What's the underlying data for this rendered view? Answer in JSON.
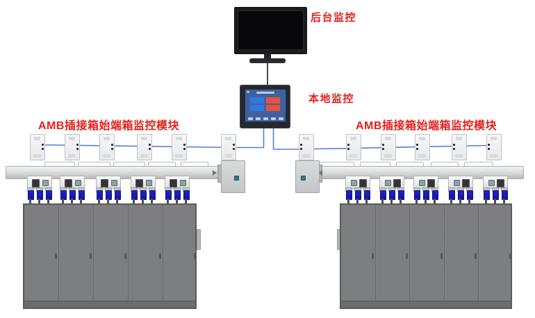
{
  "labels": {
    "backend_monitor": "后台监控",
    "local_monitor": "本地监控",
    "amb_left": "AMB插接箱始端箱监控模块",
    "amb_right": "AMB插接箱始端箱监控模块"
  },
  "colors": {
    "label_red": "#e2211c",
    "wire_blue": "#567fd6",
    "monitor_link_black": "#1a1a1a",
    "cable_plug_blue": "#2023c8",
    "screen_blue": "#40619e",
    "tile_blue": "#2f78e0",
    "tile_red": "#e8513e",
    "rail_grey": "#d6d8da",
    "cabinet_grey": "#7c7e80",
    "indicator_teal": "#2e7d85"
  },
  "structure": {
    "left_bus": {
      "monitor_modules": 6,
      "plug_boxes": 5,
      "cables_per_box": 3,
      "cabinets": 5
    },
    "right_bus": {
      "monitor_modules": 6,
      "plug_boxes": 5,
      "cables_per_box": 3,
      "cabinets": 5
    }
  }
}
